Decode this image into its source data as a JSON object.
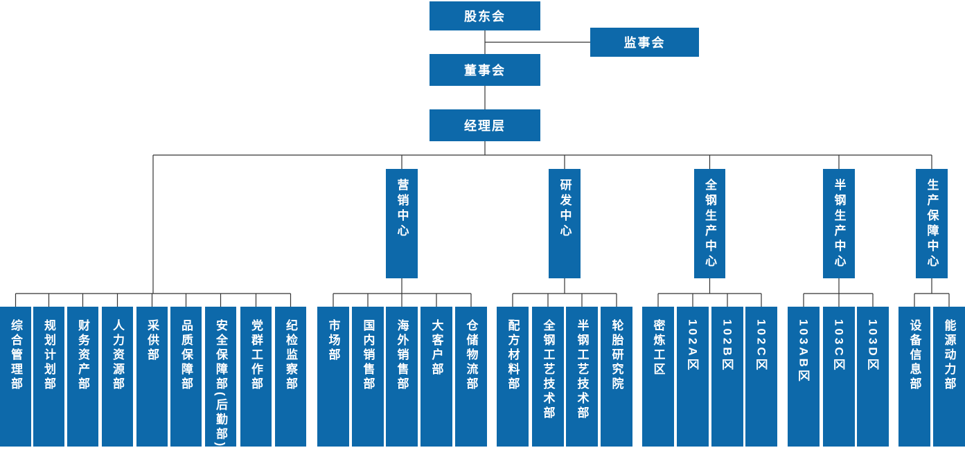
{
  "org": {
    "level1": {
      "shareholders": "股东会",
      "supervisory_board": "监事会",
      "board_of_directors": "董事会",
      "management": "经理层"
    },
    "centers": [
      "营销中心",
      "研发中心",
      "全钢生产中心",
      "半钢生产中心",
      "生产保障中心"
    ],
    "direct_departments": [
      "综合管理部",
      "规划计划部",
      "财务资产部",
      "人力资源部",
      "采供部",
      "品质保障部",
      "安全保障部(后勤部)",
      "党群工作部",
      "纪检监察部"
    ],
    "marketing_departments": [
      "市场部",
      "国内销售部",
      "海外销售部",
      "大客户部",
      "仓储物流部"
    ],
    "rnd_departments": [
      "配方材料部",
      "全钢工艺技术部",
      "半钢工艺技术部",
      "轮胎研究院"
    ],
    "allsteel_units": [
      "密炼工区",
      "102A区",
      "102B区",
      "102C区"
    ],
    "semisteel_units": [
      "103AB区",
      "103C区",
      "103D区"
    ],
    "support_departments": [
      "设备信息部",
      "能源动力部"
    ]
  },
  "colors": {
    "node_fill": "#0D69AA",
    "node_text": "#FFFFFF",
    "connector": "#333333",
    "background": "#FFFFFF"
  }
}
